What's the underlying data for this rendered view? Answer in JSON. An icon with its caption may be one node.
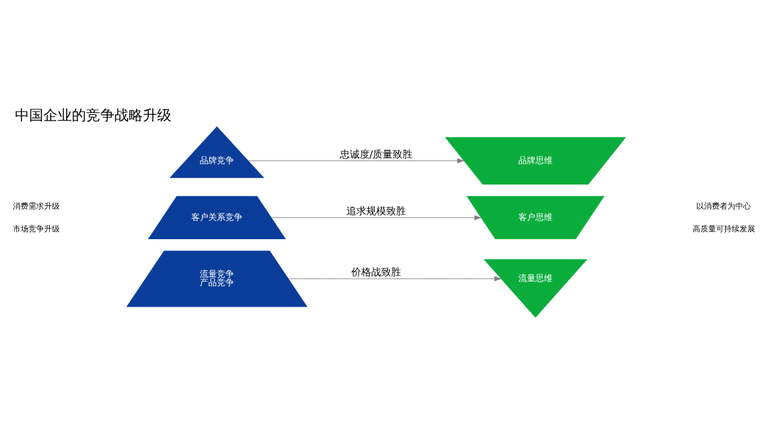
{
  "diagram": {
    "title": "中国企业的竞争战略升级",
    "nodes": [
      {
        "text": [
          "品牌竞争"
        ]
      },
      {
        "text": [
          "客户关系竞争"
        ]
      },
      {
        "text": [
          "流量竞争",
          "产品竞争"
        ]
      },
      {
        "text": [
          "品牌思维"
        ]
      },
      {
        "text": [
          "客户思维"
        ]
      },
      {
        "text": [
          "流量思维"
        ]
      }
    ],
    "edges": [
      {
        "from": 0,
        "to": 3,
        "arrow": "to",
        "label": "忠诚度/质量致胜"
      },
      {
        "from": 1,
        "to": 4,
        "arrow": "to",
        "label": "追求规模致胜"
      },
      {
        "from": 2,
        "to": 5,
        "arrow": "to",
        "label": "价格战致胜"
      }
    ],
    "labels": [
      "消费需求升级",
      "市场竞争升级",
      "以消费者为中心",
      "高质量可持续发展"
    ]
  }
}
